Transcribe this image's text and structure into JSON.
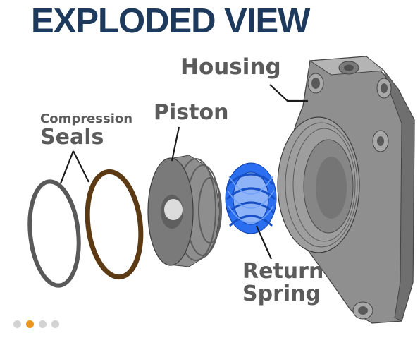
{
  "title": "EXPLODED VIEW",
  "labels": {
    "housing": "Housing",
    "piston": "Piston",
    "compression_line1": "Compression",
    "compression_line2": "Seals",
    "return_line1": "Return",
    "return_line2": "Spring"
  },
  "carousel": {
    "count": 4,
    "active_index": 1
  },
  "colors": {
    "title": "#1d3a5c",
    "label": "#5b5b5b",
    "spring": "#2b6ff0",
    "seal_gray": "#595959",
    "seal_brown": "#5c3a14",
    "dot_active": "#e9971f",
    "dot_inactive": "#d3d3d3"
  }
}
